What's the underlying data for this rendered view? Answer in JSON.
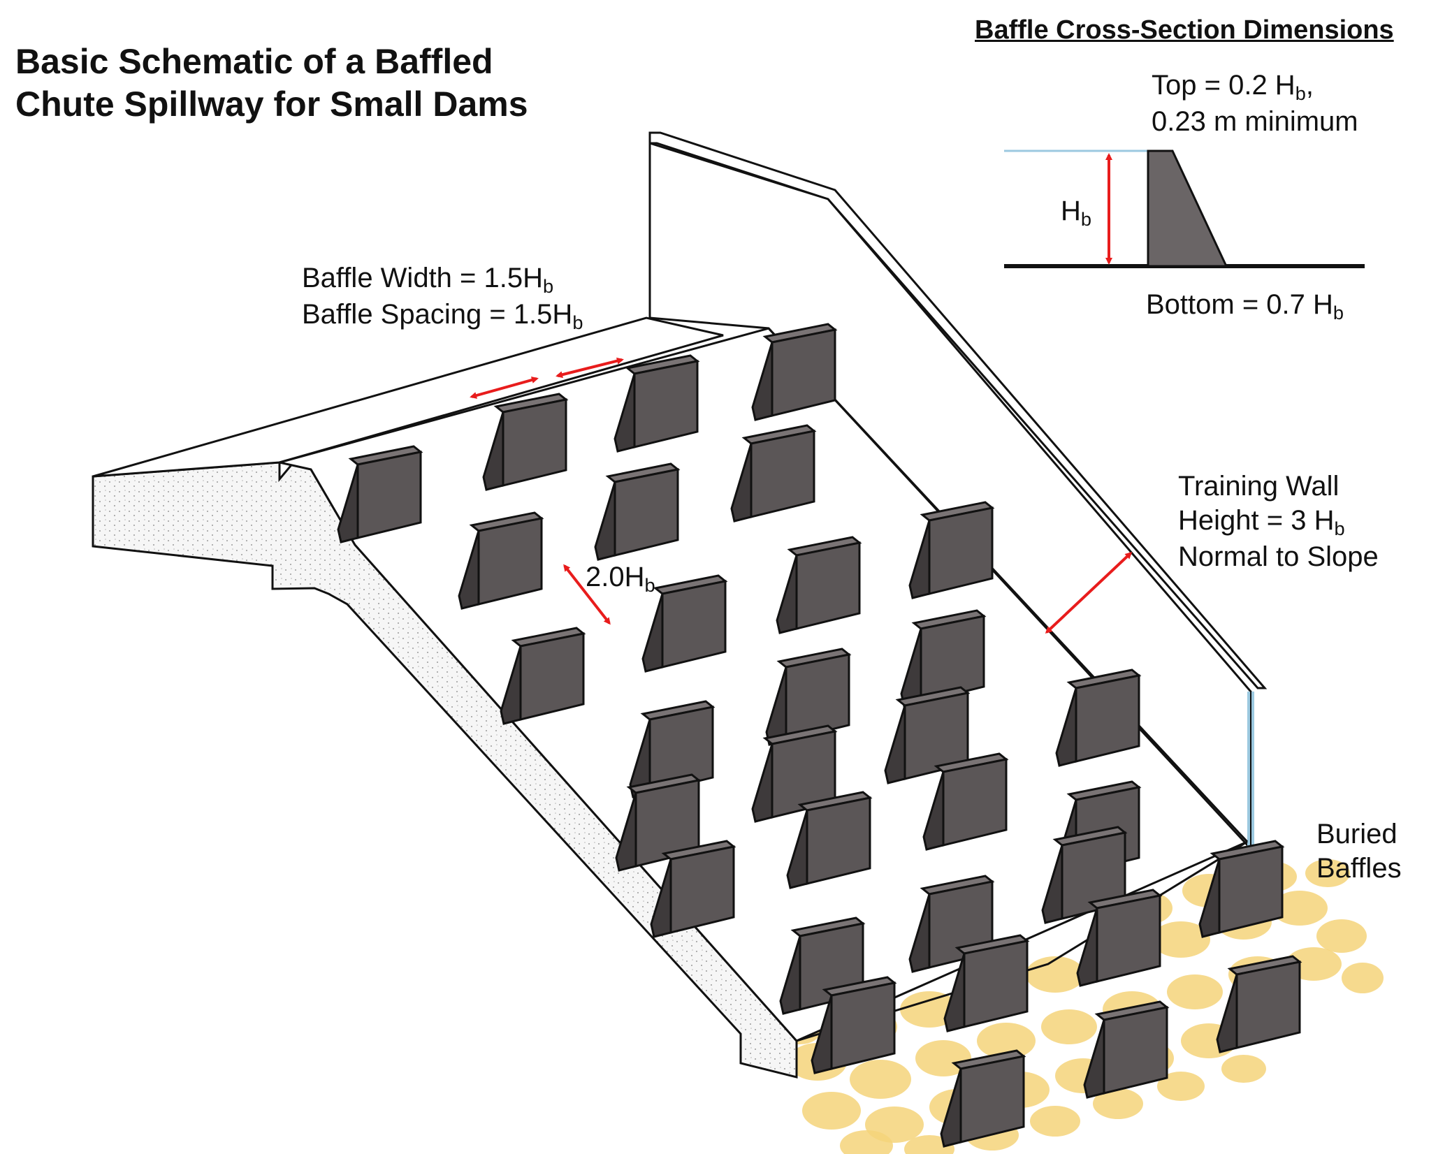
{
  "title": {
    "line1": "Basic Schematic of a Baffled",
    "line2": "Chute Spillway for Small Dams"
  },
  "cross_section": {
    "heading": "Baffle Cross-Section Dimensions",
    "top_line1_pre": "Top = 0.2 H",
    "top_line1_sub": "b",
    "top_line1_post": ",",
    "top_line2": "0.23 m minimum",
    "hb_label": "H",
    "hb_sub": "b",
    "bottom_pre": "Bottom = 0.7 H",
    "bottom_sub": "b"
  },
  "labels": {
    "baffle_width_pre": "Baffle Width = 1.5H",
    "baffle_width_sub": "b",
    "baffle_spacing_pre": "Baffle Spacing = 1.5H",
    "baffle_spacing_sub": "b",
    "row_spacing_pre": "2.0H",
    "row_spacing_sub": "b",
    "training_wall_line1": "Training Wall",
    "training_wall_line2_pre": "Height = 3 H",
    "training_wall_line2_sub": "b",
    "training_wall_line3": "Normal to Slope",
    "buried_line1": "Buried",
    "buried_line2": "Baffles"
  },
  "colors": {
    "baffle_front": "#5b5657",
    "baffle_side": "#3e3a3b",
    "baffle_top": "#7a7475",
    "dimension_arrow": "#e81c1c",
    "riprap": "#f5d47a",
    "concrete_fill": "#f4f4f4",
    "water_line": "#9cc9e0"
  }
}
